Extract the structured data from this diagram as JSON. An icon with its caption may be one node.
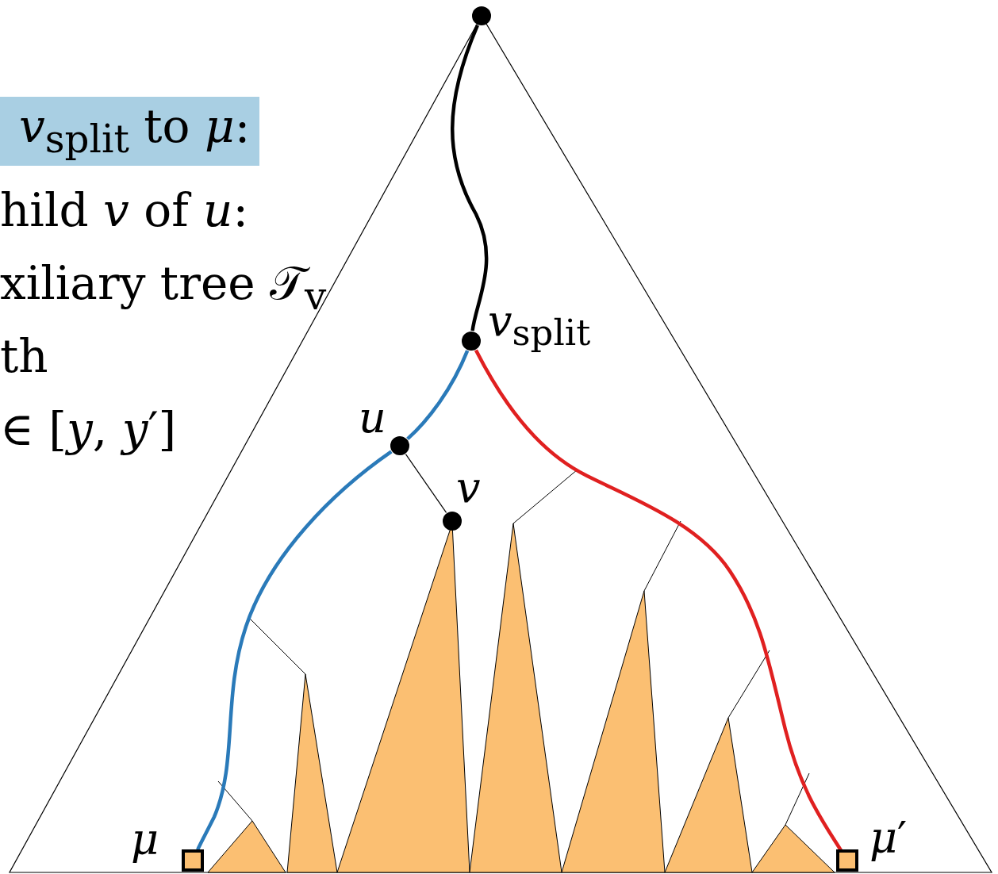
{
  "diagram": {
    "nodes": [
      {
        "text": [],
        "shape": "circle"
      },
      {
        "text": [],
        "shape": "circle",
        "beside": [
          "*v*$_{split}$"
        ]
      },
      {
        "text": [],
        "shape": "circle",
        "beside": [
          "*u*"
        ]
      },
      {
        "text": [],
        "shape": "circle",
        "beside": [
          "*v*"
        ]
      },
      {
        "text": [],
        "shape": "box",
        "beside": [
          "*μ*"
        ]
      },
      {
        "text": [],
        "shape": "box",
        "beside": [
          "*μ*′"
        ]
      }
    ],
    "edges": [
      {
        "from": 0,
        "to": 1,
        "arrow": "none"
      },
      {
        "from": 1,
        "to": 2,
        "arrow": "none",
        "color": "#2a7ab9"
      },
      {
        "from": 2,
        "to": 4,
        "arrow": "none",
        "color": "#2a7ab9"
      },
      {
        "from": 1,
        "to": 5,
        "arrow": "none",
        "color": "#e02020"
      },
      {
        "from": 2,
        "to": 3,
        "arrow": "none"
      }
    ],
    "labels": [
      "*v*$_{split}$ to *μ*:",
      "hild *v* of *u*:",
      "xiliary tree 𝒯$_{v}$",
      "th",
      "∈ [*y*, *y*′]"
    ]
  }
}
